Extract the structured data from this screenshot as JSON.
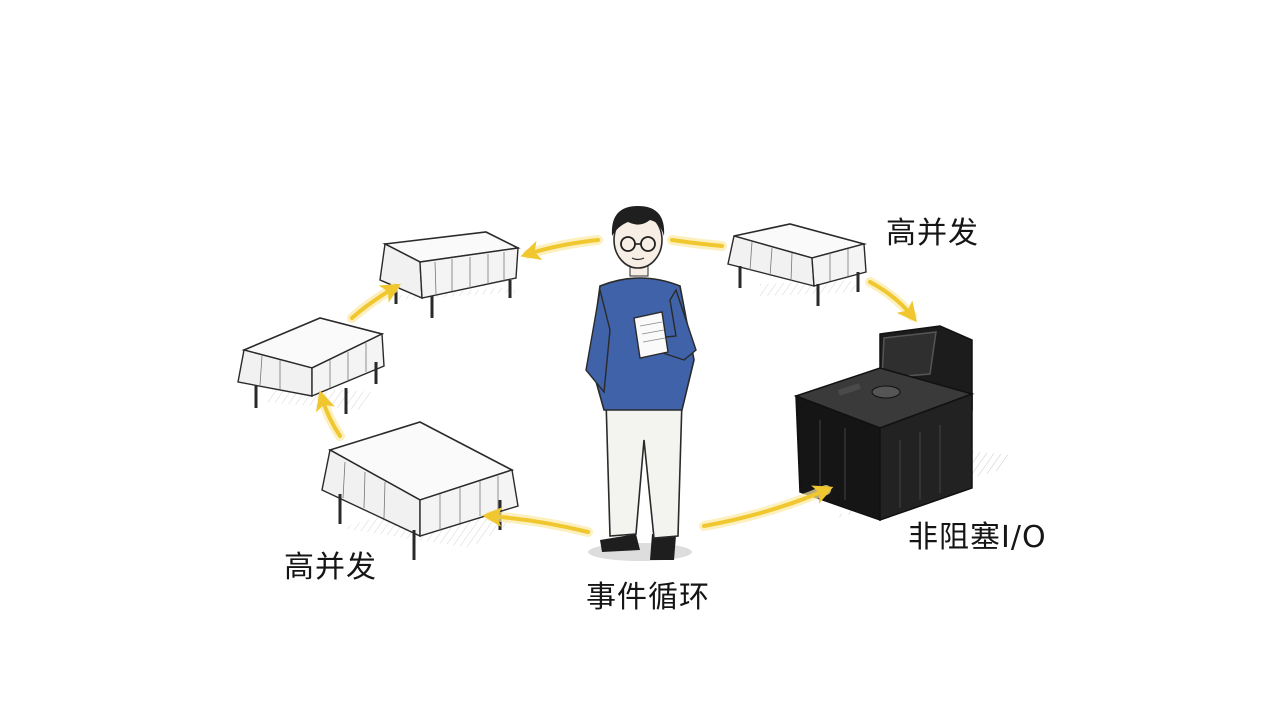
{
  "labels": {
    "high_concurrency_top": "高并发",
    "high_concurrency_bottom": "高并发",
    "event_loop": "事件循环",
    "non_blocking_io": "非阻塞I/O"
  },
  "colors": {
    "arrow": "#f0c72f",
    "arrow_glow": "#fbe9a2",
    "ink": "#2a2a2a",
    "sweater": "#3f62a8",
    "pants": "#f3f3f0",
    "machine": "#1c1c1c"
  }
}
